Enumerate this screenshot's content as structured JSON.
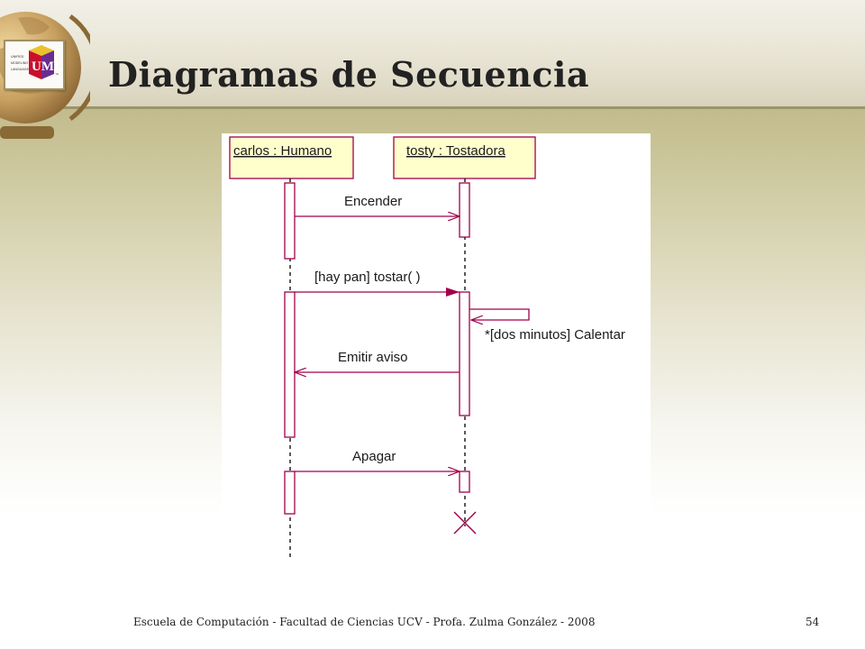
{
  "slide": {
    "title": "Diagramas de Secuencia",
    "footer": "Escuela de Computación - Facultad de Ciencias UCV - Profa. Zulma González - 2008",
    "page_number": "54"
  },
  "logo": {
    "text_lines": [
      "UNIFIED",
      "MODELING",
      "LANGUAGE"
    ],
    "mark": "UML",
    "tm": "™"
  },
  "icons": [
    "globe-icon",
    "uml-logo-icon"
  ],
  "colors": {
    "accent": "#a0004a",
    "lifeline_fill": "#ffffcc",
    "activation_fill": "#ffffff"
  },
  "diagram": {
    "objects": [
      {
        "label": "carlos : Humano"
      },
      {
        "label": "tosty : Tostadora"
      }
    ],
    "messages": [
      {
        "label": "Encender",
        "from": 0,
        "to": 1,
        "arrow": "open"
      },
      {
        "label": "[hay pan] tostar( )",
        "from": 0,
        "to": 1,
        "arrow": "filled"
      },
      {
        "label": "*[dos minutos] Calentar",
        "from": 1,
        "to": 1,
        "arrow": "open"
      },
      {
        "label": "Emitir aviso",
        "from": 1,
        "to": 0,
        "arrow": "open"
      },
      {
        "label": "Apagar",
        "from": 0,
        "to": 1,
        "arrow": "open"
      }
    ],
    "destruction": {
      "object": 1
    }
  }
}
